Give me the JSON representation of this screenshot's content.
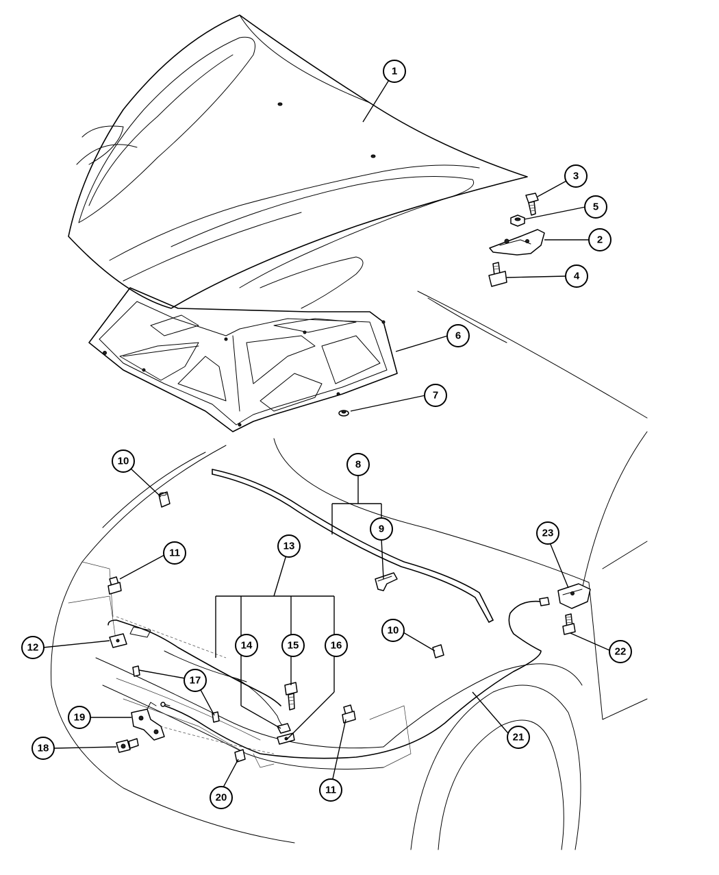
{
  "callouts": [
    {
      "id": "c1",
      "label": "1"
    },
    {
      "id": "c2",
      "label": "2"
    },
    {
      "id": "c3",
      "label": "3"
    },
    {
      "id": "c4",
      "label": "4"
    },
    {
      "id": "c5",
      "label": "5"
    },
    {
      "id": "c6",
      "label": "6"
    },
    {
      "id": "c7",
      "label": "7"
    },
    {
      "id": "c8",
      "label": "8"
    },
    {
      "id": "c9",
      "label": "9"
    },
    {
      "id": "c10a",
      "label": "10"
    },
    {
      "id": "c10b",
      "label": "10"
    },
    {
      "id": "c11a",
      "label": "11"
    },
    {
      "id": "c11b",
      "label": "11"
    },
    {
      "id": "c12",
      "label": "12"
    },
    {
      "id": "c13",
      "label": "13"
    },
    {
      "id": "c14",
      "label": "14"
    },
    {
      "id": "c15",
      "label": "15"
    },
    {
      "id": "c16",
      "label": "16"
    },
    {
      "id": "c17",
      "label": "17"
    },
    {
      "id": "c18",
      "label": "18"
    },
    {
      "id": "c19",
      "label": "19"
    },
    {
      "id": "c20",
      "label": "20"
    },
    {
      "id": "c21",
      "label": "21"
    },
    {
      "id": "c22",
      "label": "22"
    },
    {
      "id": "c23",
      "label": "23"
    }
  ]
}
